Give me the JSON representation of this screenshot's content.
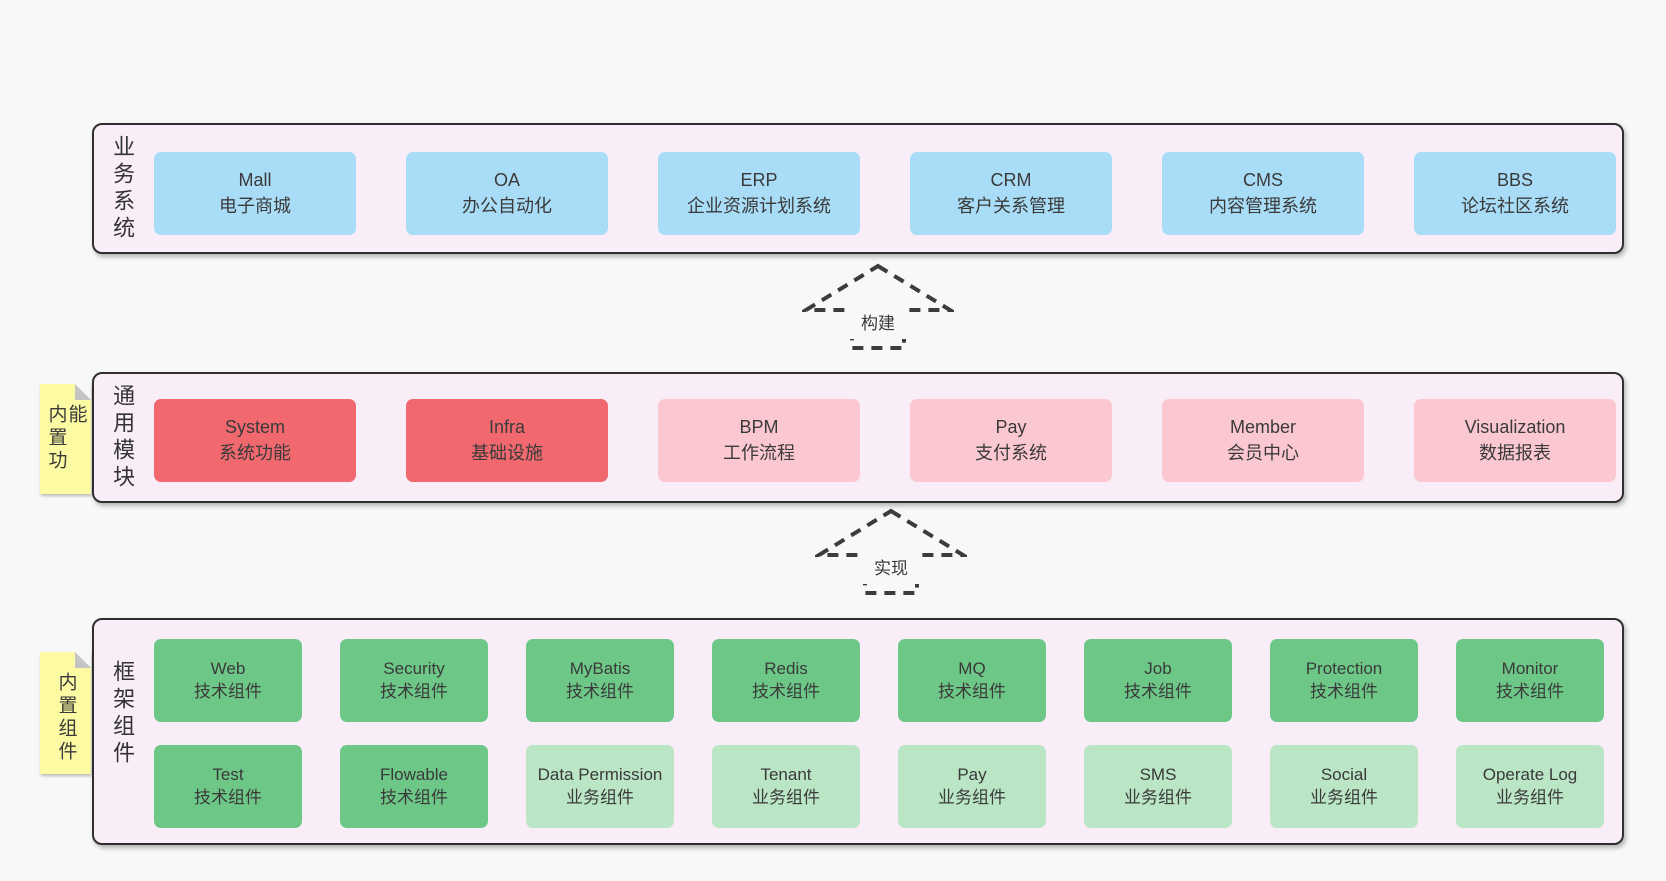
{
  "colors": {
    "page_bg": "#f8f8f8",
    "section_bg": "#f9eef7",
    "section_border": "#2f2f2f",
    "blue_box": "#a9dcf6",
    "red_box": "#f1696e",
    "pink_box": "#fbc8d2",
    "green_box": "#6dc787",
    "light_green_box": "#bae6c5",
    "sticky_note": "#fcfaa2",
    "text": "#3a3a3a"
  },
  "arrows": [
    {
      "label": "构建"
    },
    {
      "label": "实现"
    }
  ],
  "sections": [
    {
      "side_label": "业务系统",
      "boxes": [
        {
          "en": "Mall",
          "zh": "电子商城"
        },
        {
          "en": "OA",
          "zh": "办公自动化"
        },
        {
          "en": "ERP",
          "zh": "企业资源计划系统"
        },
        {
          "en": "CRM",
          "zh": "客户关系管理"
        },
        {
          "en": "CMS",
          "zh": "内容管理系统"
        },
        {
          "en": "BBS",
          "zh": "论坛社区系统"
        }
      ]
    },
    {
      "side_label": "通用模块",
      "sticky_note": "内置功能",
      "boxes": [
        {
          "en": "System",
          "zh": "系统功能"
        },
        {
          "en": "Infra",
          "zh": "基础设施"
        },
        {
          "en": "BPM",
          "zh": "工作流程"
        },
        {
          "en": "Pay",
          "zh": "支付系统"
        },
        {
          "en": "Member",
          "zh": "会员中心"
        },
        {
          "en": "Visualization",
          "zh": "数据报表"
        }
      ]
    },
    {
      "side_label": "框架组件",
      "sticky_note": "内置组件",
      "rows": [
        [
          {
            "en": "Web",
            "zh": "技术组件"
          },
          {
            "en": "Security",
            "zh": "技术组件"
          },
          {
            "en": "MyBatis",
            "zh": "技术组件"
          },
          {
            "en": "Redis",
            "zh": "技术组件"
          },
          {
            "en": "MQ",
            "zh": "技术组件"
          },
          {
            "en": "Job",
            "zh": "技术组件"
          },
          {
            "en": "Protection",
            "zh": "技术组件"
          },
          {
            "en": "Monitor",
            "zh": "技术组件"
          }
        ],
        [
          {
            "en": "Test",
            "zh": "技术组件"
          },
          {
            "en": "Flowable",
            "zh": "技术组件"
          },
          {
            "en": "Data Permission",
            "zh": "业务组件"
          },
          {
            "en": "Tenant",
            "zh": "业务组件"
          },
          {
            "en": "Pay",
            "zh": "业务组件"
          },
          {
            "en": "SMS",
            "zh": "业务组件"
          },
          {
            "en": "Social",
            "zh": "业务组件"
          },
          {
            "en": "Operate Log",
            "zh": "业务组件"
          }
        ]
      ]
    }
  ]
}
